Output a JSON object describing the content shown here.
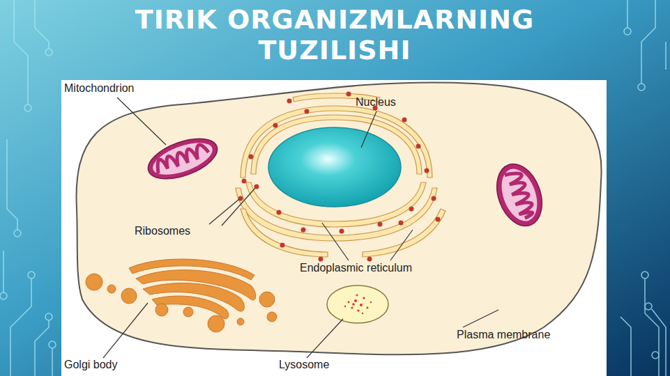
{
  "diagram": {
    "title": "TIRIK ORGANIZMLARNING TUZILISHI",
    "labels": [
      "Mitochondrion",
      "Nucleus",
      "Ribosomes",
      "Endoplasmic reticulum",
      "Plasma membrane",
      "Golgi body",
      "Lysosome"
    ]
  }
}
